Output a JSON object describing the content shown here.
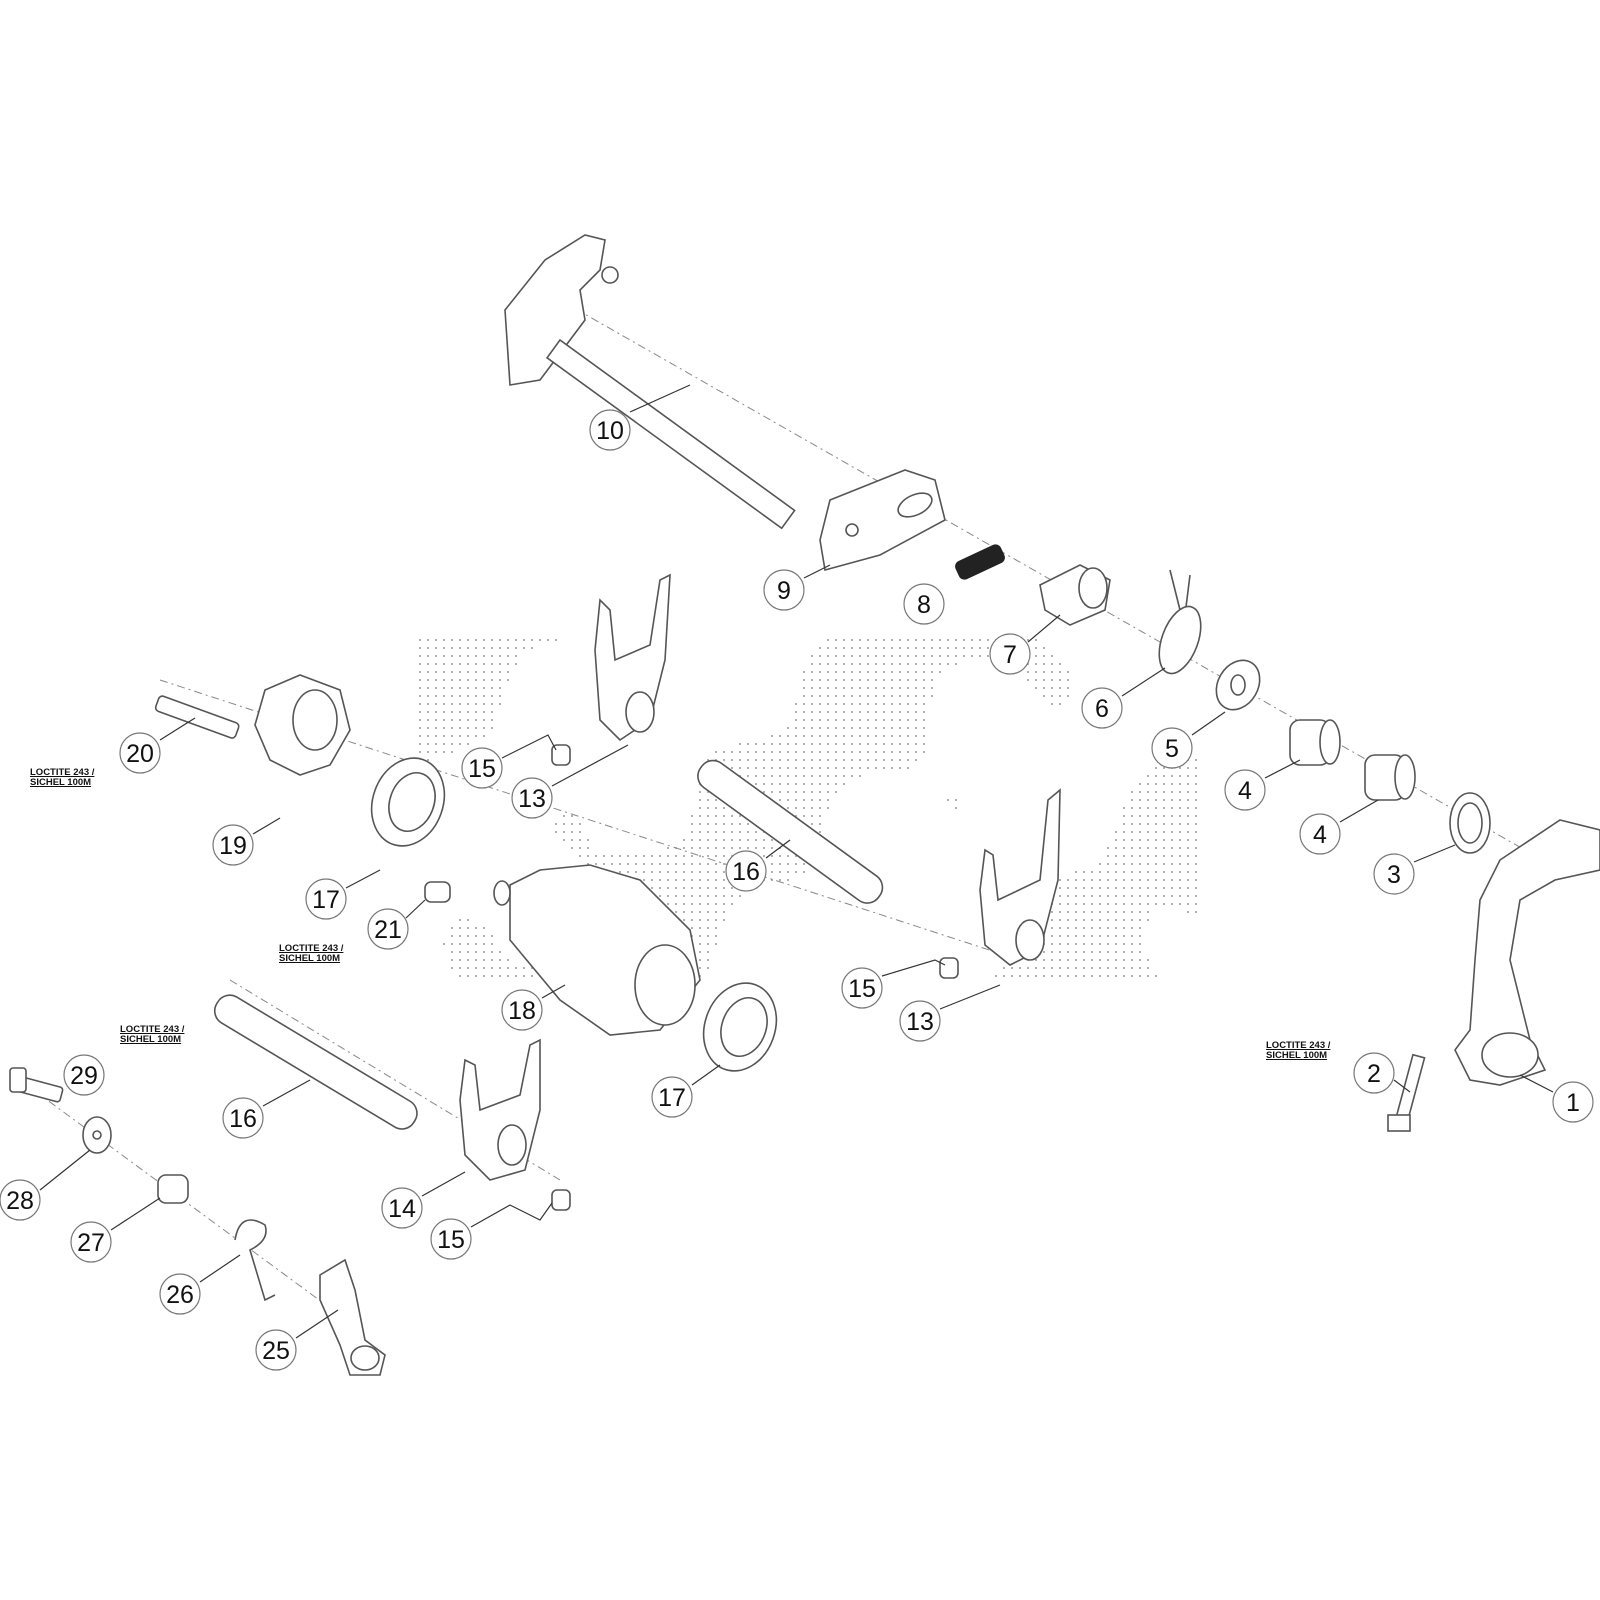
{
  "diagram": {
    "callouts": [
      {
        "id": "10",
        "label": "10"
      },
      {
        "id": "9",
        "label": "9"
      },
      {
        "id": "8",
        "label": "8"
      },
      {
        "id": "7",
        "label": "7"
      },
      {
        "id": "6",
        "label": "6"
      },
      {
        "id": "5",
        "label": "5"
      },
      {
        "id": "4a",
        "label": "4"
      },
      {
        "id": "4b",
        "label": "4"
      },
      {
        "id": "3",
        "label": "3"
      },
      {
        "id": "1",
        "label": "1"
      },
      {
        "id": "2",
        "label": "2"
      },
      {
        "id": "20",
        "label": "20"
      },
      {
        "id": "19",
        "label": "19"
      },
      {
        "id": "17a",
        "label": "17"
      },
      {
        "id": "21",
        "label": "21"
      },
      {
        "id": "15a",
        "label": "15"
      },
      {
        "id": "13a",
        "label": "13"
      },
      {
        "id": "16a",
        "label": "16"
      },
      {
        "id": "18",
        "label": "18"
      },
      {
        "id": "15b",
        "label": "15"
      },
      {
        "id": "13b",
        "label": "13"
      },
      {
        "id": "17b",
        "label": "17"
      },
      {
        "id": "16b",
        "label": "16"
      },
      {
        "id": "29",
        "label": "29"
      },
      {
        "id": "28",
        "label": "28"
      },
      {
        "id": "27",
        "label": "27"
      },
      {
        "id": "26",
        "label": "26"
      },
      {
        "id": "25",
        "label": "25"
      },
      {
        "id": "14",
        "label": "14"
      },
      {
        "id": "15c",
        "label": "15"
      }
    ],
    "notes": {
      "note_20": {
        "line1": "LOCTITE 243 /",
        "line2": "SICHEL 100M"
      },
      "note_21": {
        "line1": "LOCTITE 243 /",
        "line2": "SICHEL 100M"
      },
      "note_29": {
        "line1": "LOCTITE 243 /",
        "line2": "SICHEL 100M"
      },
      "note_2": {
        "line1": "LOCTITE 243 /",
        "line2": "SICHEL 100M"
      }
    }
  }
}
